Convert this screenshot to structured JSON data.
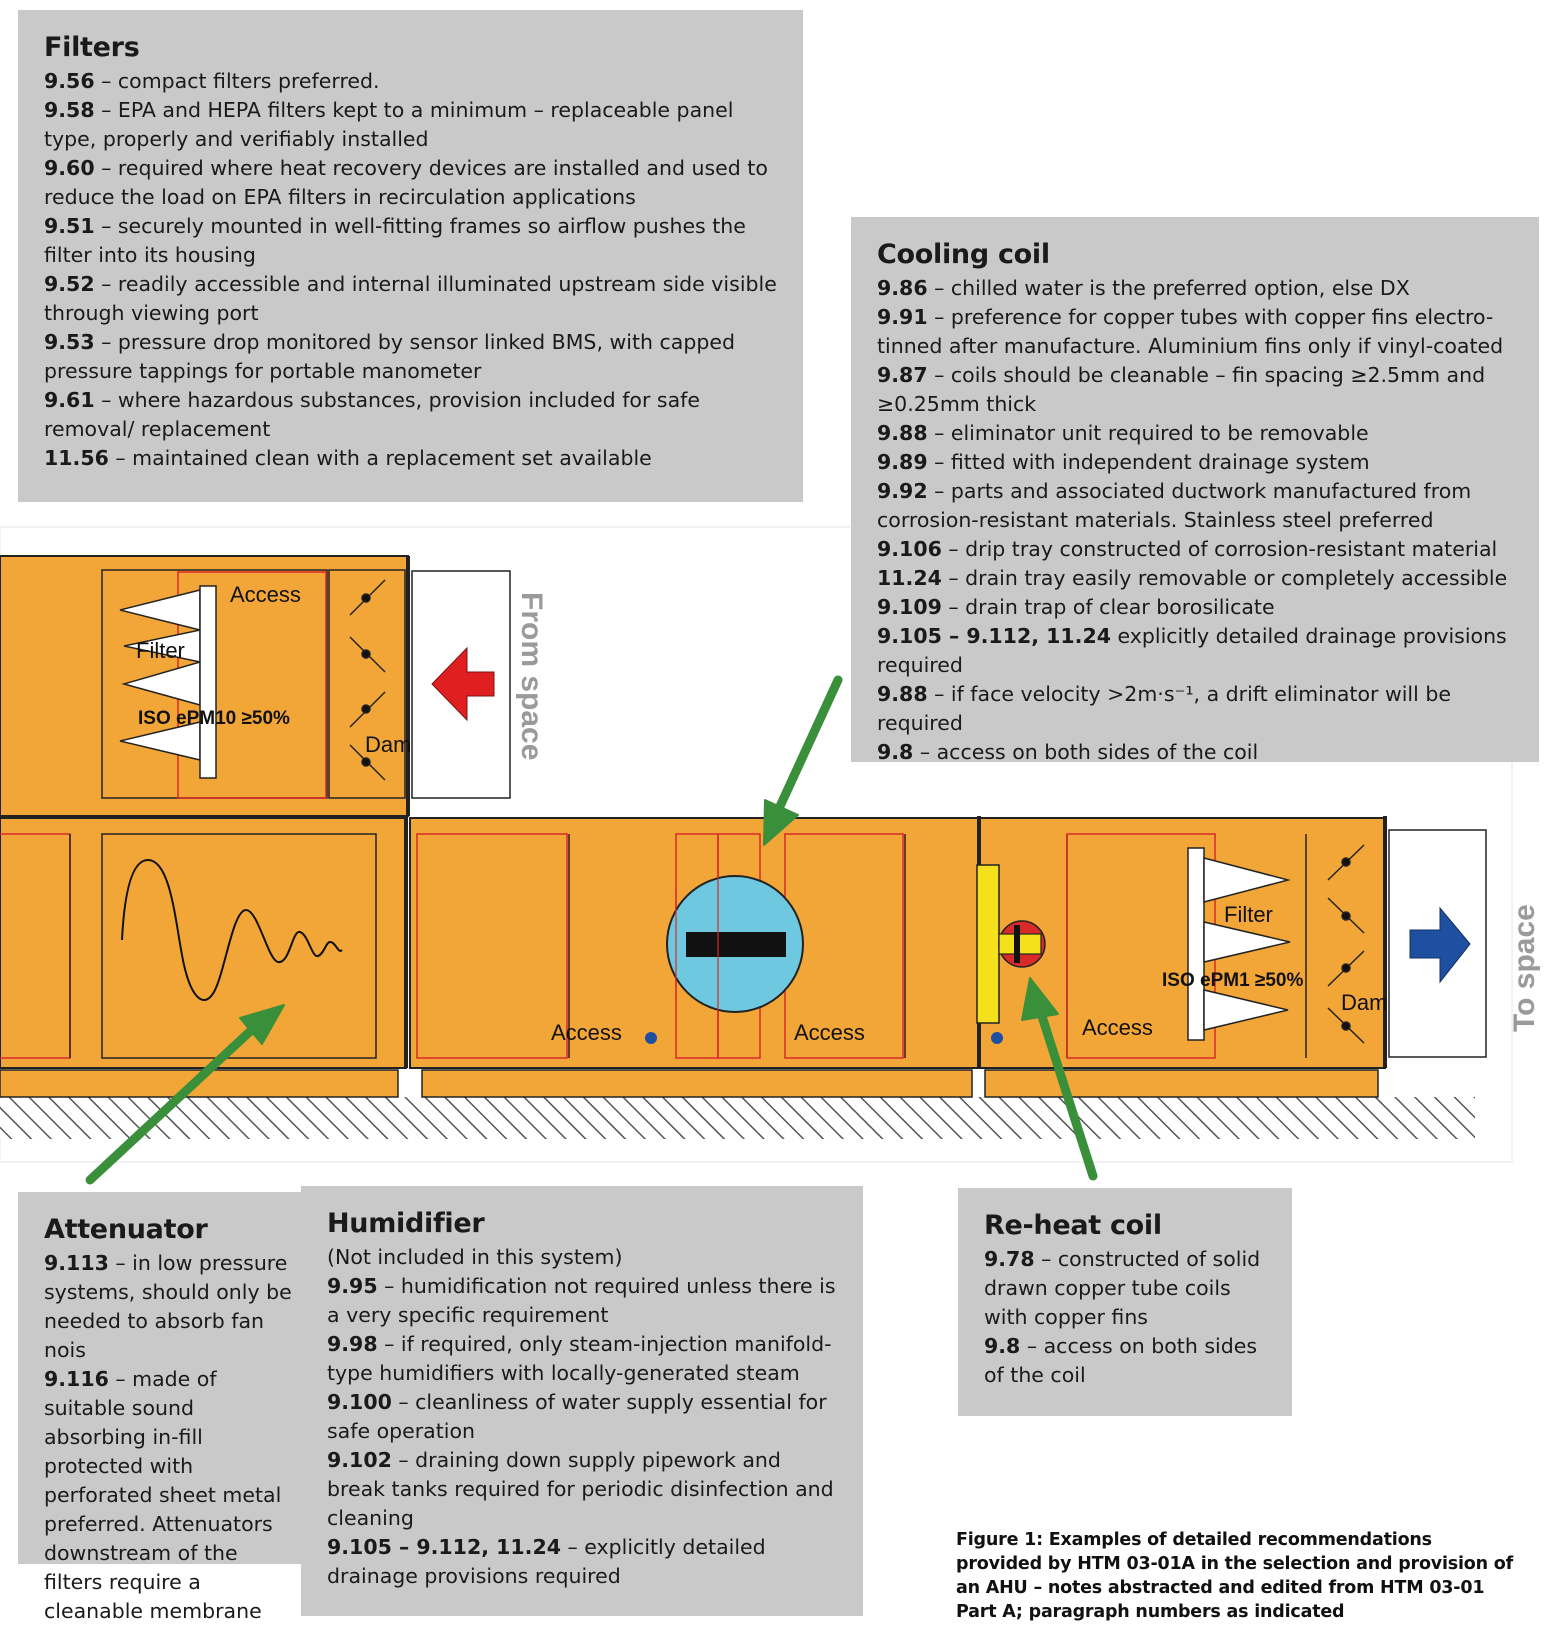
{
  "filters": {
    "title": "Filters",
    "items": [
      {
        "ref": "9.56",
        "text": " – compact filters preferred."
      },
      {
        "ref": "9.58",
        "text": " – EPA and HEPA filters kept to a minimum – replaceable panel type, properly and verifiably installed"
      },
      {
        "ref": "9.60",
        "text": " – required where heat recovery devices are installed and used to reduce the load on EPA filters in recirculation applications"
      },
      {
        "ref": "9.51",
        "text": " – securely mounted in well-fitting frames so airflow pushes the filter into its housing"
      },
      {
        "ref": "9.52",
        "text": " – readily accessible and internal illuminated upstream side visible through viewing port"
      },
      {
        "ref": "9.53",
        "text": " – pressure drop monitored by sensor linked BMS, with capped pressure tappings for portable manometer"
      },
      {
        "ref": "9.61",
        "text": " – where hazardous substances, provision included for safe removal/ replacement"
      },
      {
        "ref": "11.56",
        "text": " – maintained clean with a replacement set available"
      }
    ]
  },
  "cooling": {
    "title": "Cooling coil",
    "items": [
      {
        "ref": "9.86",
        "text": " – chilled water is the preferred option, else DX"
      },
      {
        "ref": "9.91",
        "text": " – preference for copper tubes with copper fins electro-tinned after manufacture. Aluminium fins only if vinyl-coated"
      },
      {
        "ref": "9.87",
        "text": " – coils should be cleanable – fin spacing ≥2.5mm and ≥0.25mm thick"
      },
      {
        "ref": "9.88",
        "text": " – eliminator unit required to be removable"
      },
      {
        "ref": "9.89",
        "text": " – fitted with independent drainage system"
      },
      {
        "ref": "9.92",
        "text": " – parts and associated ductwork manufactured from corrosion-resistant materials. Stainless steel preferred"
      },
      {
        "ref": "9.106",
        "text": " – drip tray constructed of corrosion-resistant material"
      },
      {
        "ref": "11.24",
        "text": " – drain tray easily removable or completely accessible"
      },
      {
        "ref": "9.109",
        "text": " – drain trap of clear borosilicate"
      },
      {
        "ref": "9.105 – 9.112, 11.24",
        "text": " explicitly detailed drainage provisions required"
      },
      {
        "ref": "9.88",
        "text": " – if face velocity >2m·s⁻¹, a drift eliminator will be required"
      },
      {
        "ref": "9.8",
        "text": " – access on both sides of the coil"
      }
    ]
  },
  "attenuator": {
    "title": "Attenuator",
    "items": [
      {
        "ref": "9.113",
        "text": " – in low pressure systems, should only be needed to absorb fan nois"
      },
      {
        "ref": "9.116",
        "text": " – made of suitable sound absorbing in-fill protected with perforated sheet metal preferred. Attenuators downstream of the filters require a cleanable membrane"
      }
    ]
  },
  "humidifier": {
    "title": "Humidifier",
    "subtitle": "(Not included in this system)",
    "items": [
      {
        "ref": "9.95",
        "text": " – humidification not required unless there is a very specific requirement"
      },
      {
        "ref": "9.98",
        "text": " – if required, only steam-injection manifold-type humidifiers with locally-generated steam"
      },
      {
        "ref": "9.100",
        "text": " – cleanliness of water supply essential for safe operation"
      },
      {
        "ref": "9.102",
        "text": " – draining down supply pipework and break tanks required for periodic disinfection and cleaning"
      },
      {
        "ref": "9.105 – 9.112, 11.24",
        "text": " – explicitly detailed drainage provisions required"
      }
    ]
  },
  "reheat": {
    "title": "Re-heat coil",
    "items": [
      {
        "ref": "9.78",
        "text": " – constructed of solid drawn copper tube coils with copper fins"
      },
      {
        "ref": "9.8",
        "text": " – access on both sides of the coil"
      }
    ]
  },
  "diagram": {
    "upper_access": "Access",
    "upper_filter": "Filter",
    "upper_grade": "ISO ePM10 ≥50%",
    "upper_damper": "Damper",
    "from_space": "From space",
    "to_space": "To space",
    "cool_access_left": "Access",
    "cool_access_right": "Access",
    "reheat_access": "Access",
    "lower_filter": "Filter",
    "lower_grade": "ISO ePM1 ≥50%",
    "lower_damper": "Damper"
  },
  "caption": "Figure 1: Examples of detailed recommendations provided by HTM 03-01A in the selection and provision of an AHU – notes abstracted and edited from HTM 03-01 Part A; paragraph numbers as indicated",
  "colors": {
    "casing": "#f3a638",
    "red_line": "#d92a2a",
    "coil_blue": "#6ec8e0",
    "arrow_red": "#e02020",
    "arrow_blue": "#1f4fa0",
    "pointer_green": "#3a8f3a",
    "box_grey": "#c9c9c9"
  }
}
